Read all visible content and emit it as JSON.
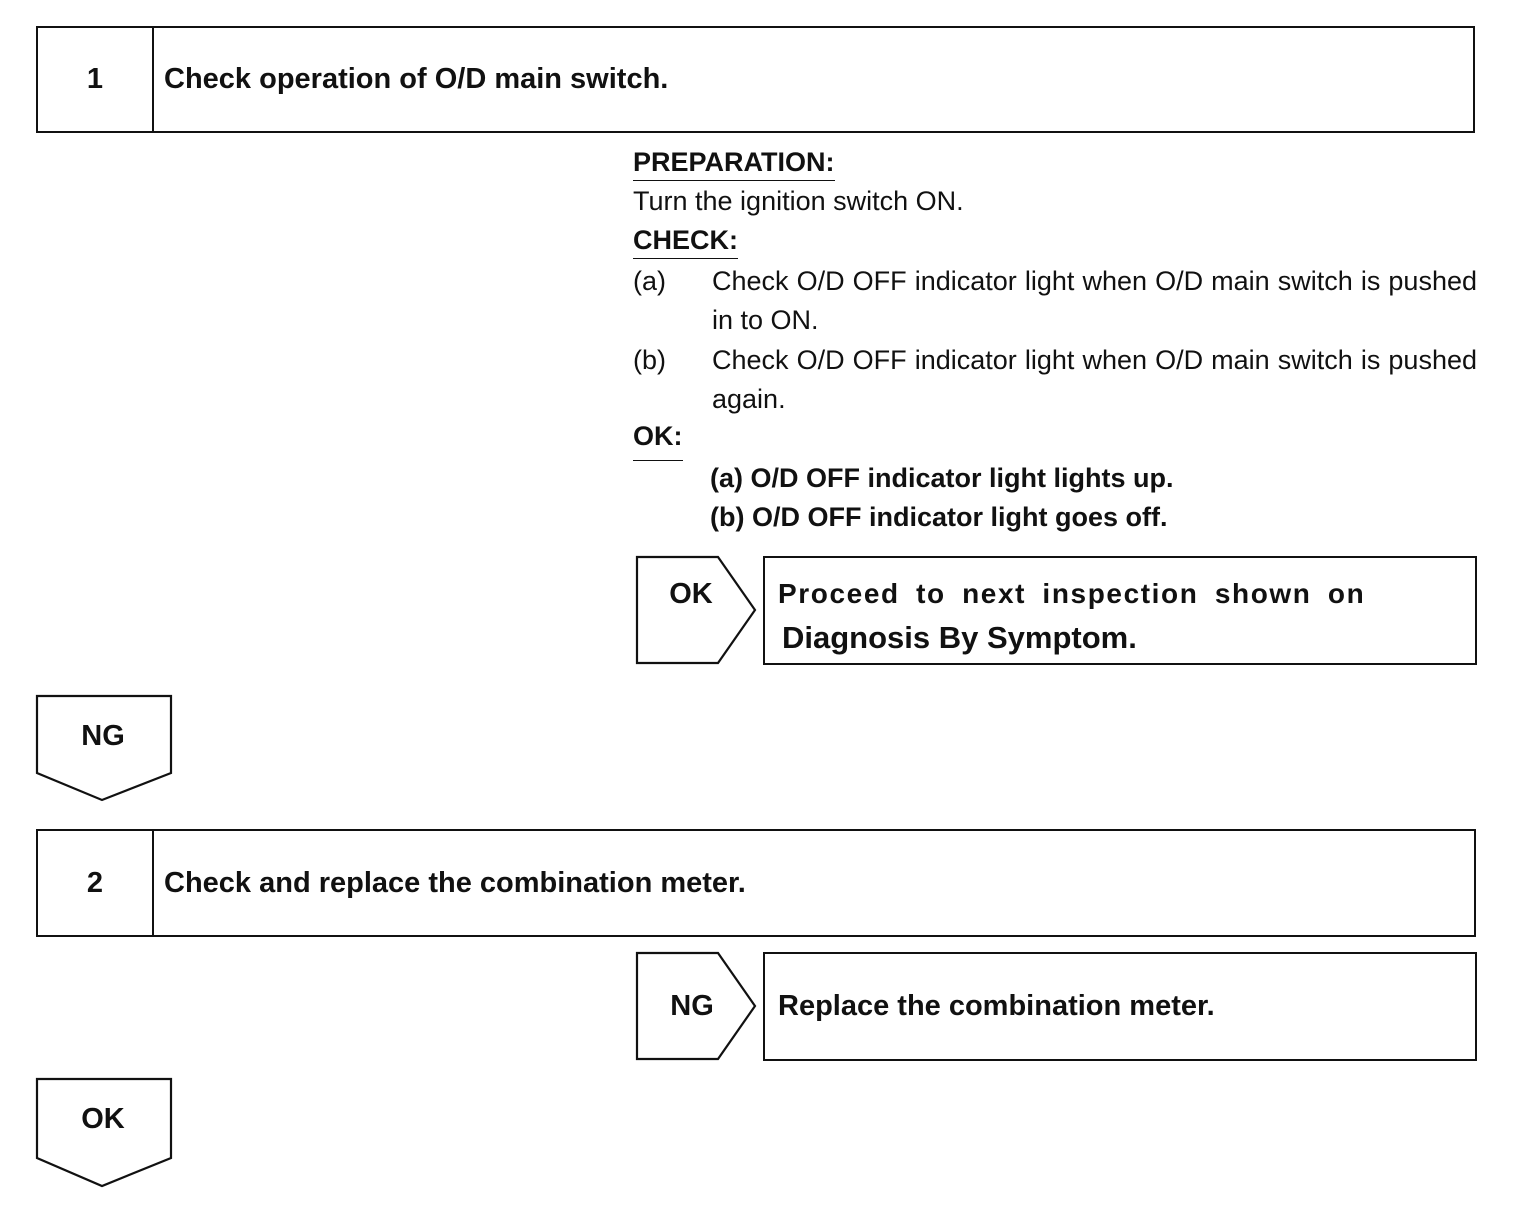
{
  "step1": {
    "number": "1",
    "title": "Check operation of O/D main switch.",
    "preparation_heading": "PREPARATION:",
    "preparation_text": "Turn the ignition switch ON.",
    "check_heading": "CHECK:",
    "check_items": [
      {
        "label": "(a)",
        "text": "Check O/D OFF indicator light when O/D main switch is pushed in to ON."
      },
      {
        "label": "(b)",
        "text": "Check O/D OFF indicator light when O/D main switch is pushed again."
      }
    ],
    "ok_heading": "OK:",
    "ok_results": [
      "(a) O/D OFF indicator light lights up.",
      "(b) O/D OFF indicator light goes off."
    ],
    "ok_branch": {
      "label": "OK",
      "line1": "Proceed to next inspection shown on",
      "line2": "Diagnosis By Symptom."
    },
    "ng_flow_label": "NG"
  },
  "step2": {
    "number": "2",
    "title": "Check and replace the combination meter.",
    "ng_branch": {
      "label": "NG",
      "text": "Replace the combination meter."
    },
    "ok_flow_label": "OK"
  }
}
